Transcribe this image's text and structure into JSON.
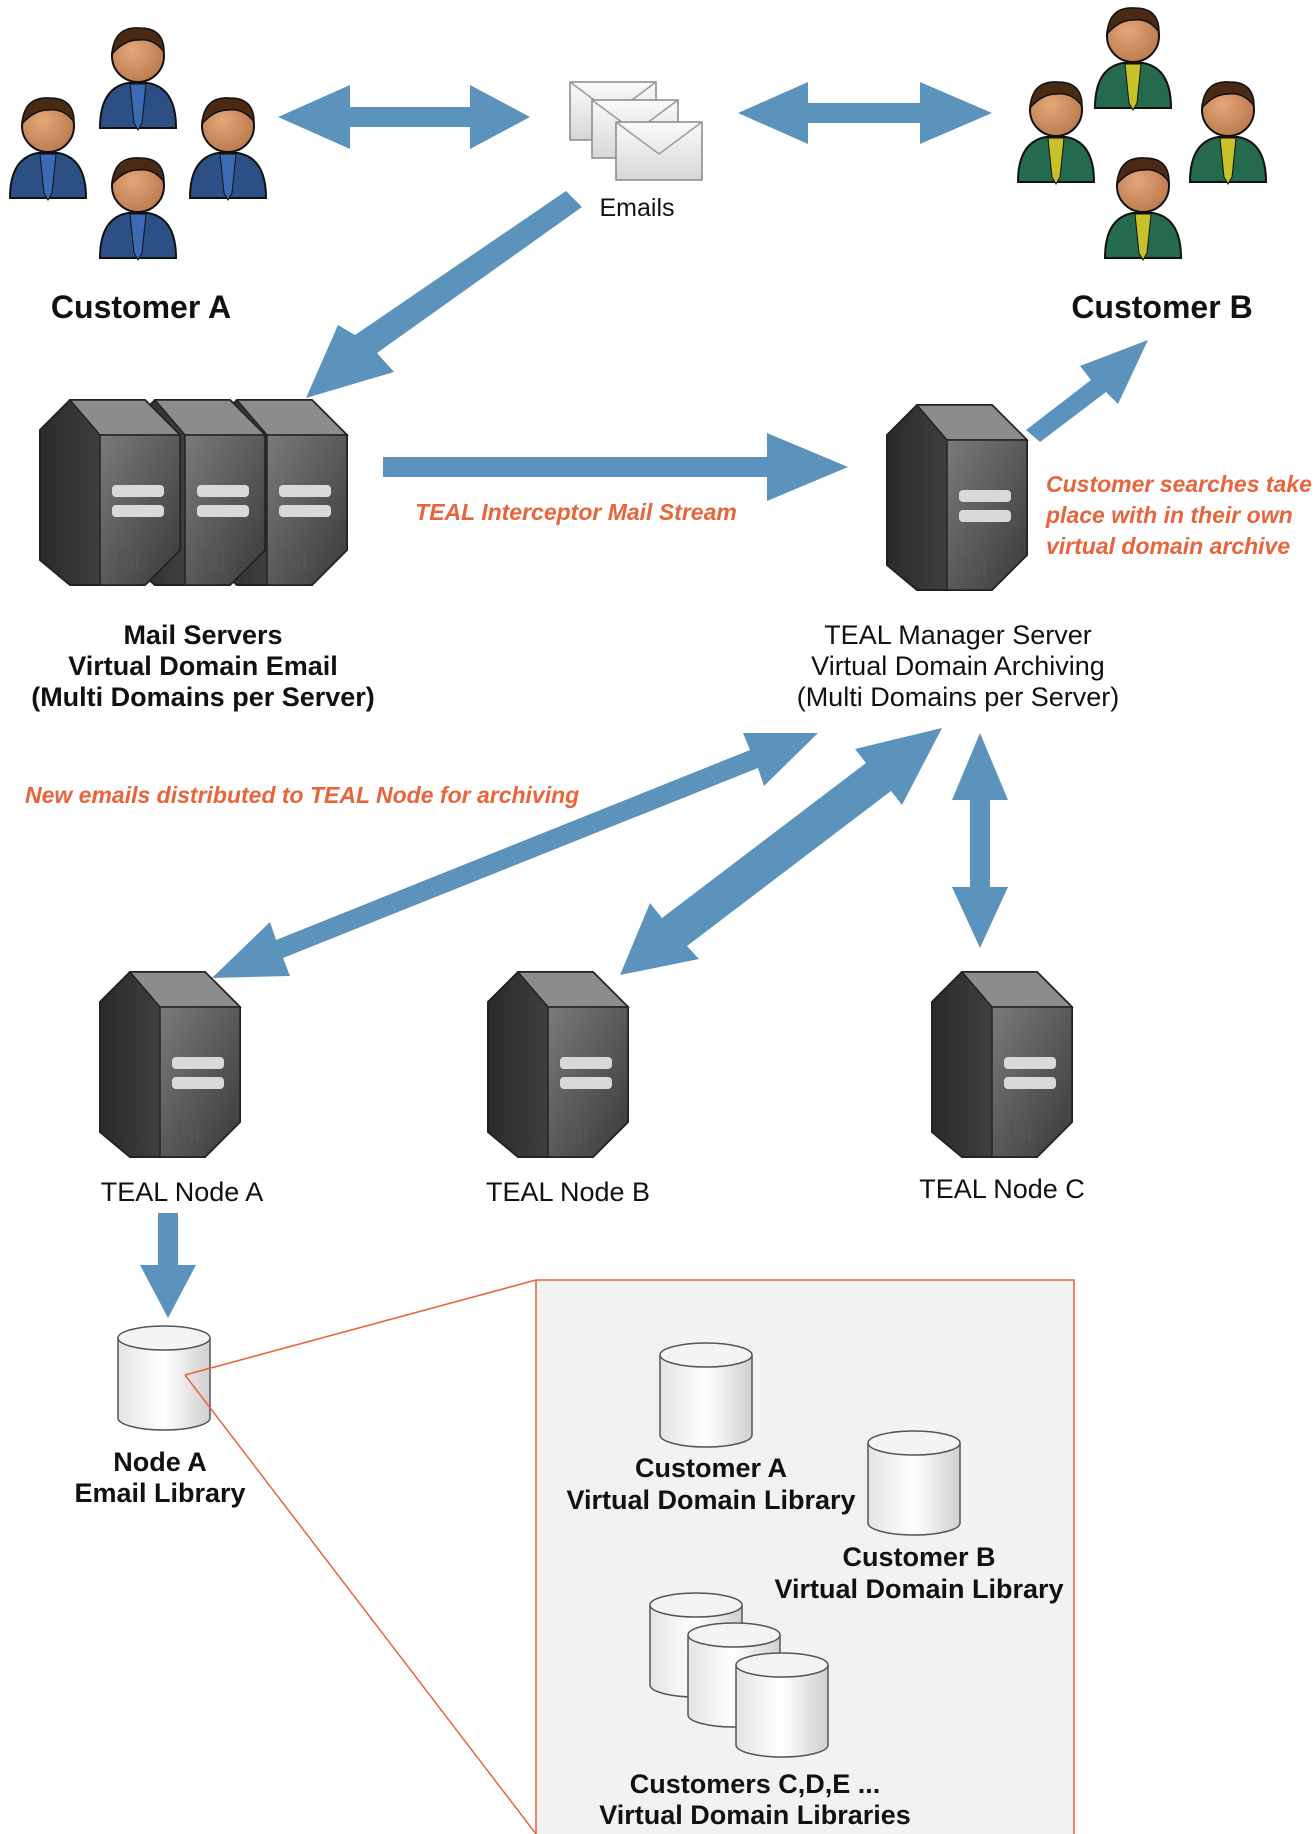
{
  "emails": {
    "label": "Emails"
  },
  "customer_a": {
    "label": "Customer A"
  },
  "customer_b": {
    "label": "Customer B"
  },
  "mail_servers": {
    "line1": "Mail Servers",
    "line2": "Virtual Domain Email",
    "line3": "(Multi Domains per Server)"
  },
  "manager": {
    "line1": "TEAL Manager Server",
    "line2": "Virtual Domain Archiving",
    "line3": "(Multi Domains per Server)"
  },
  "notes": {
    "interceptor": "TEAL Interceptor Mail Stream",
    "search_line1": "Customer searches take",
    "search_line2": "place with in their own",
    "search_line3": "virtual domain archive",
    "distributed": "New emails distributed to TEAL Node for archiving"
  },
  "nodes": {
    "a": "TEAL Node A",
    "b": "TEAL Node B",
    "c": "TEAL Node C"
  },
  "node_a_library": {
    "line1": "Node A",
    "line2": "Email Library"
  },
  "libraries": {
    "cust_a_line1": "Customer A",
    "cust_a_line2": "Virtual Domain Library",
    "cust_b_line1": "Customer B",
    "cust_b_line2": "Virtual Domain Library",
    "others_line1": "Customers C,D,E ...",
    "others_line2": "Virtual Domain Libraries"
  },
  "colors": {
    "arrow": "#5b93bc",
    "note": "#e8643a",
    "person_a_suit": "#2c4f86",
    "person_b_suit": "#256a4c"
  }
}
